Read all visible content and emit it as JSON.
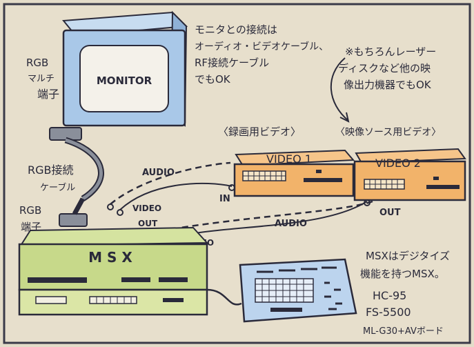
{
  "diagram": {
    "monitor_label": "MONITOR",
    "note_monitor": [
      "モニタとの接続は",
      "オーディオ・ビデオケーブル、",
      "RF接続ケーブル",
      "でもOK"
    ],
    "note_laser": [
      "※もちろんレーザー",
      "ディスクなど他の映",
      "像出力機器でもOK"
    ],
    "rgb_multi_label": [
      "RGB",
      "マルチ",
      "端子"
    ],
    "rgb_cable_label": [
      "RGB接続",
      "ケーブル"
    ],
    "rgb_port_label": [
      "RGB",
      "端子"
    ],
    "recording_video_heading": "〈録画用ビデオ〉",
    "source_video_heading": "〈映像ソース用ビデオ〉",
    "video1_label": "VIDEO 1",
    "video2_label": "VIDEO 2",
    "in_label": "IN",
    "out_label": "OUT",
    "audio_label_top": "AUDIO",
    "audio_label_bottom": "AUDIO",
    "video_out_label": [
      "VIDEO",
      "OUT"
    ],
    "video_in_label": [
      "VIDEO",
      "IN"
    ],
    "msx_label": "M S X",
    "note_msx": [
      "MSXはデジタイズ",
      "機能を持つMSX。"
    ],
    "models": [
      "HC-95",
      "FS-5500",
      "ML-G30+AVボード"
    ]
  },
  "colors": {
    "background": "#e4dcc9",
    "outline": "#2a2a3a",
    "monitor_blue": "#a9c8e8",
    "monitor_screen": "#f4f1ea",
    "vcr_orange": "#f2b36a",
    "vcr_panel": "#f6e6c8",
    "msx_green": "#c7d98a",
    "msx_lightgreen": "#dbe6a6",
    "keyboard_blue": "#bcd4ee",
    "rgb_plug_gray": "#8a8f9a",
    "label_dark": "#2a2a3a"
  }
}
